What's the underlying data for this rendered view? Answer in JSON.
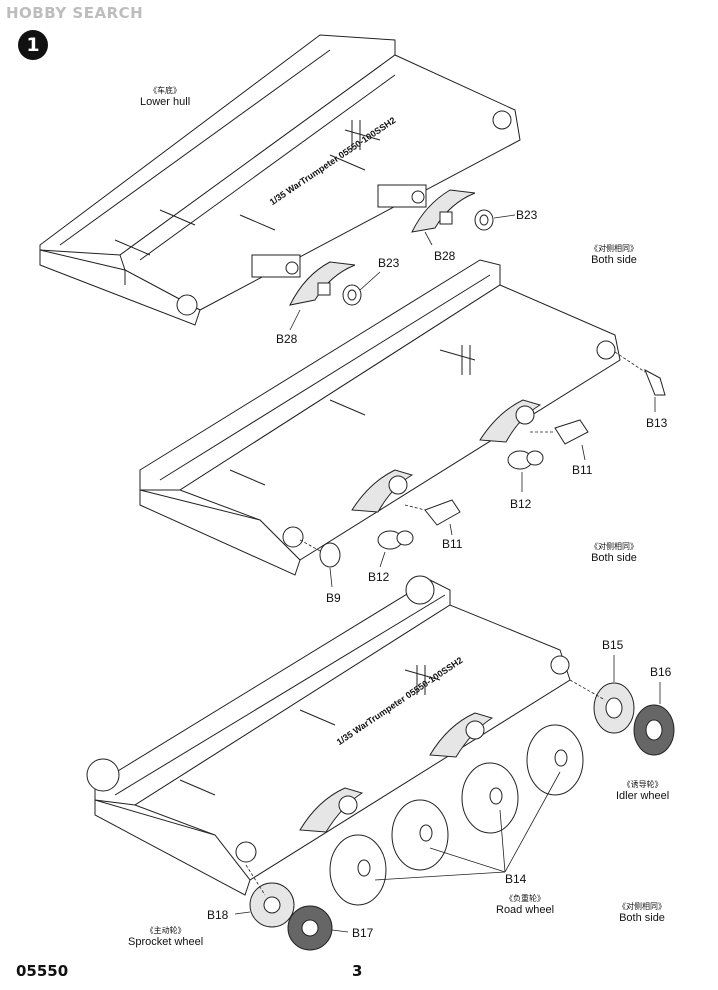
{
  "watermark": "HOBBY SEARCH",
  "step_number": "1",
  "labels": {
    "lower_hull_cn": "《车底》",
    "lower_hull_en": "Lower hull",
    "both_side_cn": "《对侧相同》",
    "both_side_en": "Both side",
    "idler_cn": "《诱导轮》",
    "idler_en": "Idler wheel",
    "road_cn": "《负重轮》",
    "road_en": "Road wheel",
    "sprocket_cn": "《主动轮》",
    "sprocket_en": "Sprocket wheel"
  },
  "parts": {
    "b23": "B23",
    "b28": "B28",
    "b13": "B13",
    "b11": "B11",
    "b12": "B12",
    "b9": "B9",
    "b15": "B15",
    "b16": "B16",
    "b14": "B14",
    "b18": "B18",
    "b17": "B17"
  },
  "hull_stamp": "1/35 WarTrumpeter 05550-100SSH2",
  "footer": {
    "code": "05550",
    "page": "3"
  }
}
